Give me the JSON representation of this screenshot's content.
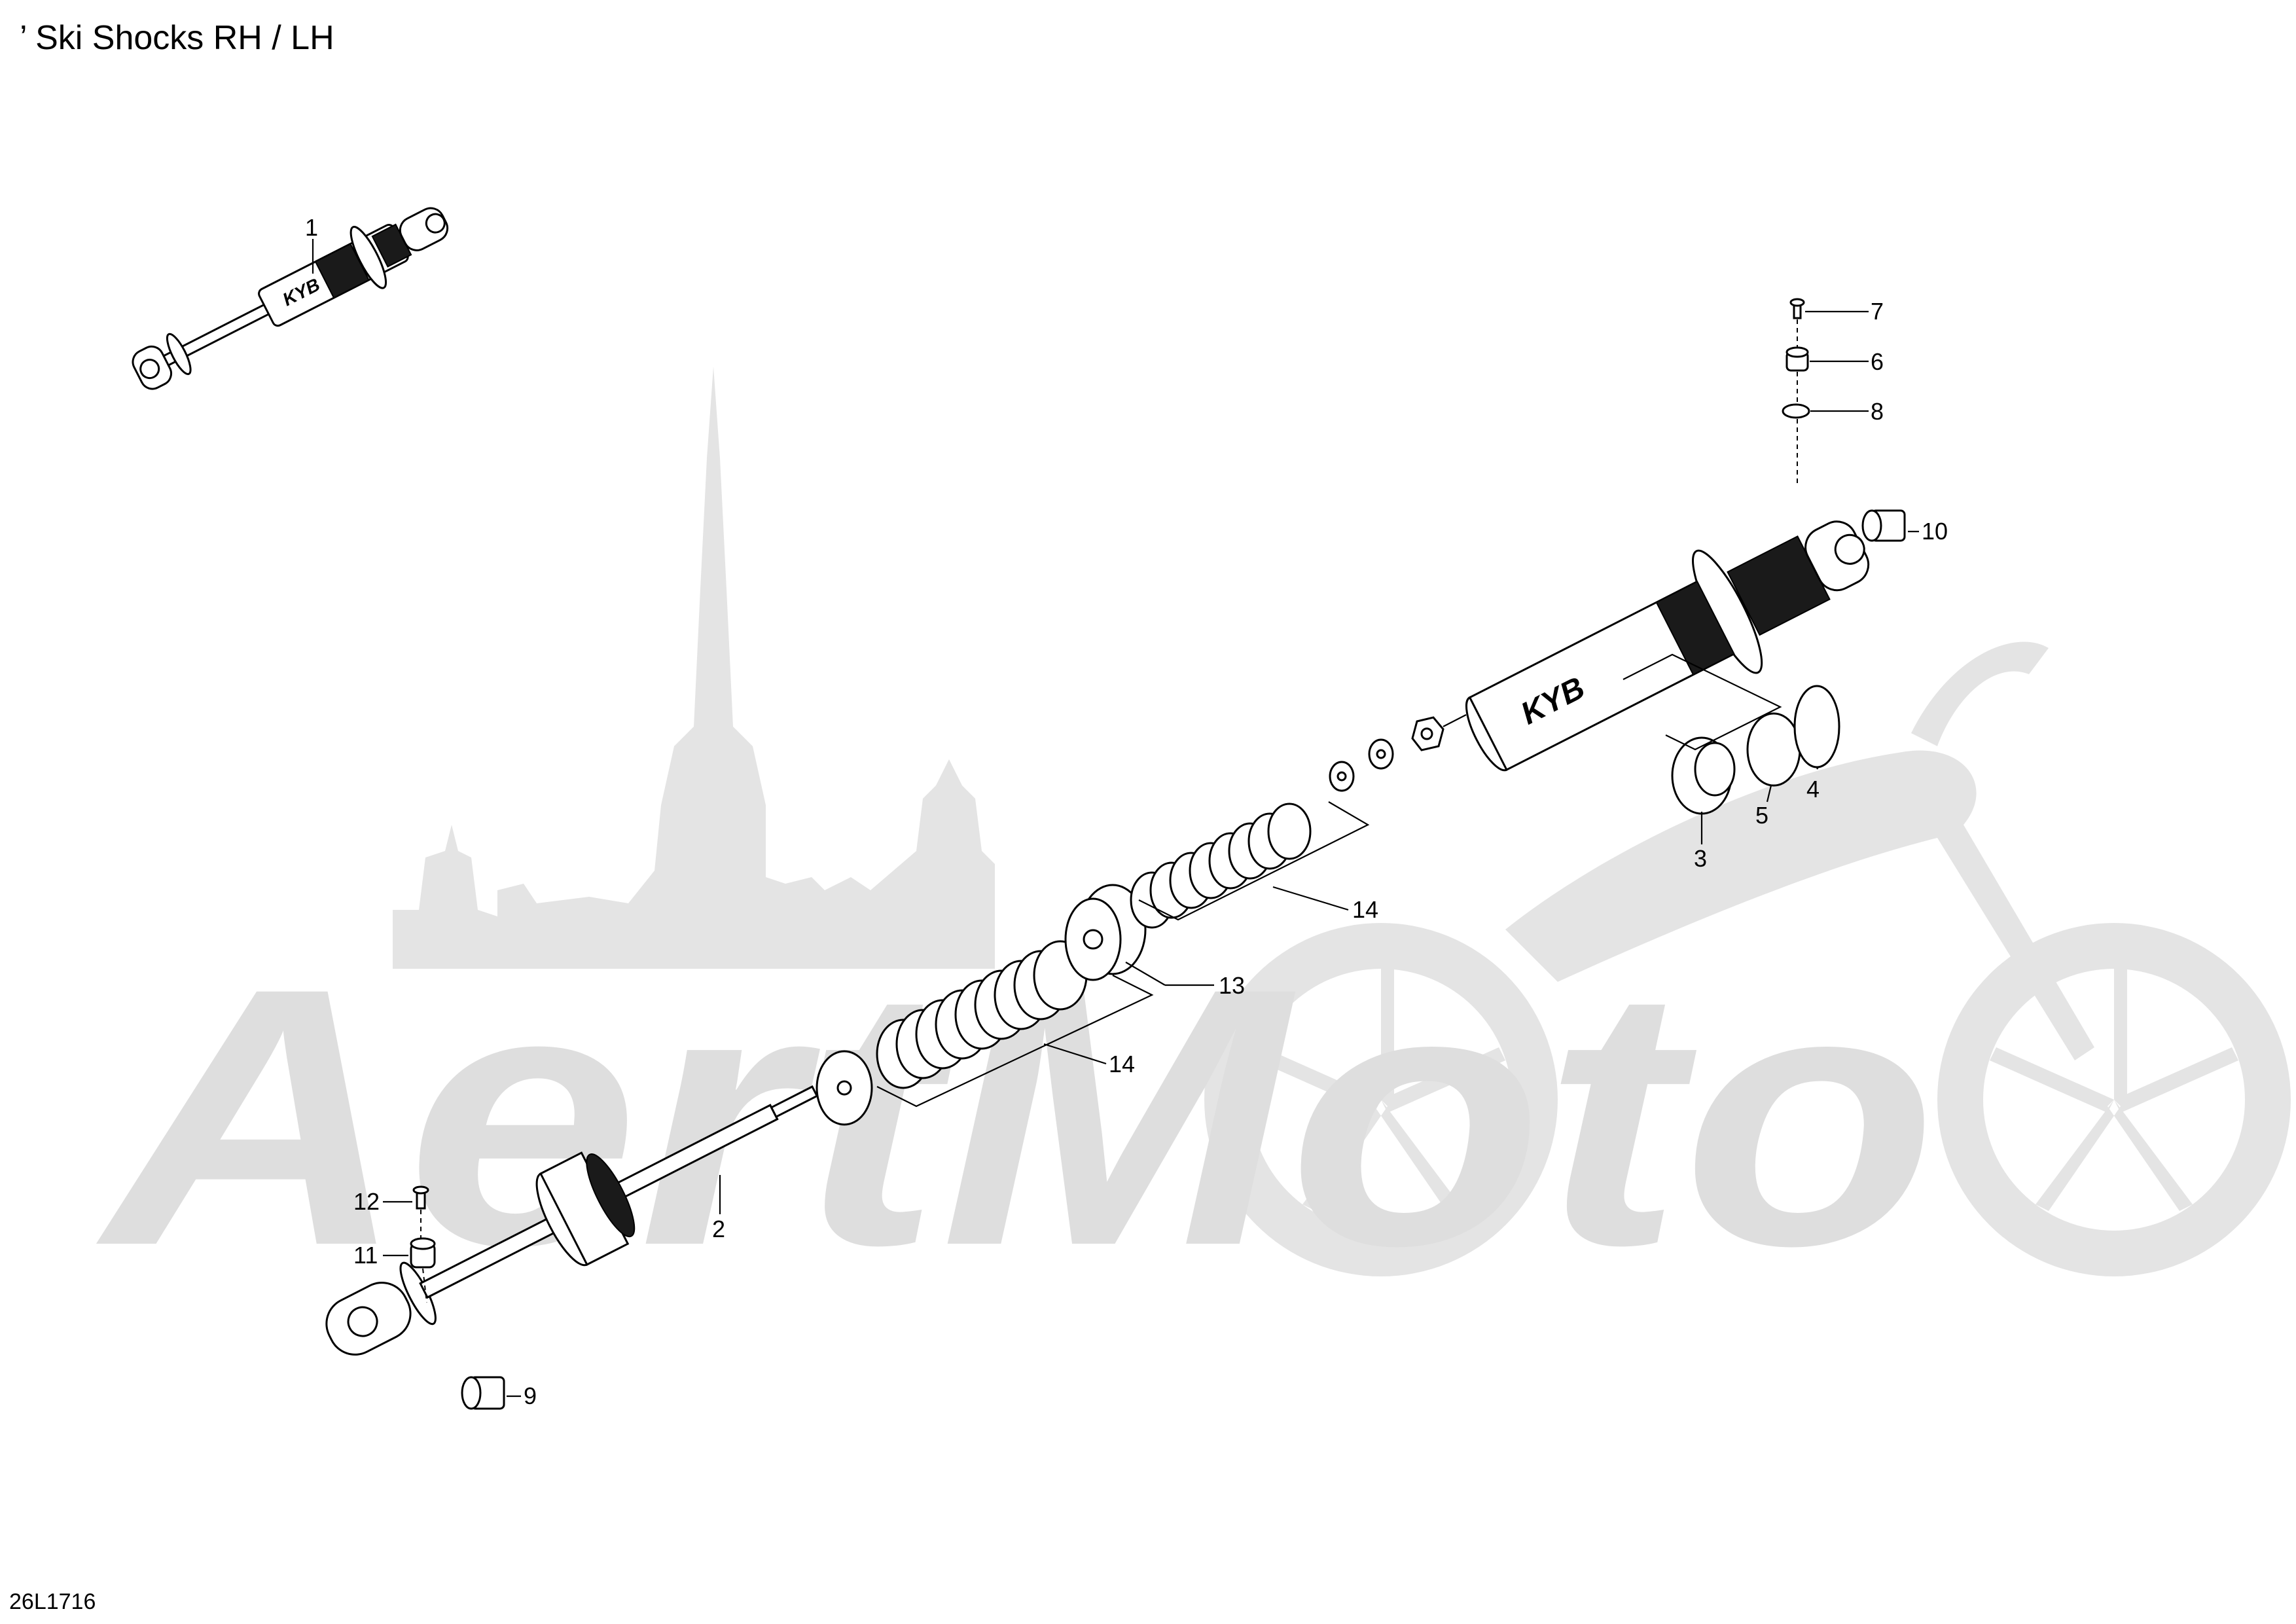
{
  "header": {
    "title": "’ Ski Shocks RH / LH"
  },
  "footer": {
    "code": "26L1716"
  },
  "watermark": {
    "text": "AertMoto"
  },
  "callouts": [
    "1",
    "7",
    "6",
    "8",
    "10",
    "4",
    "5",
    "3",
    "14",
    "13",
    "14",
    "12",
    "2",
    "11",
    "9"
  ]
}
